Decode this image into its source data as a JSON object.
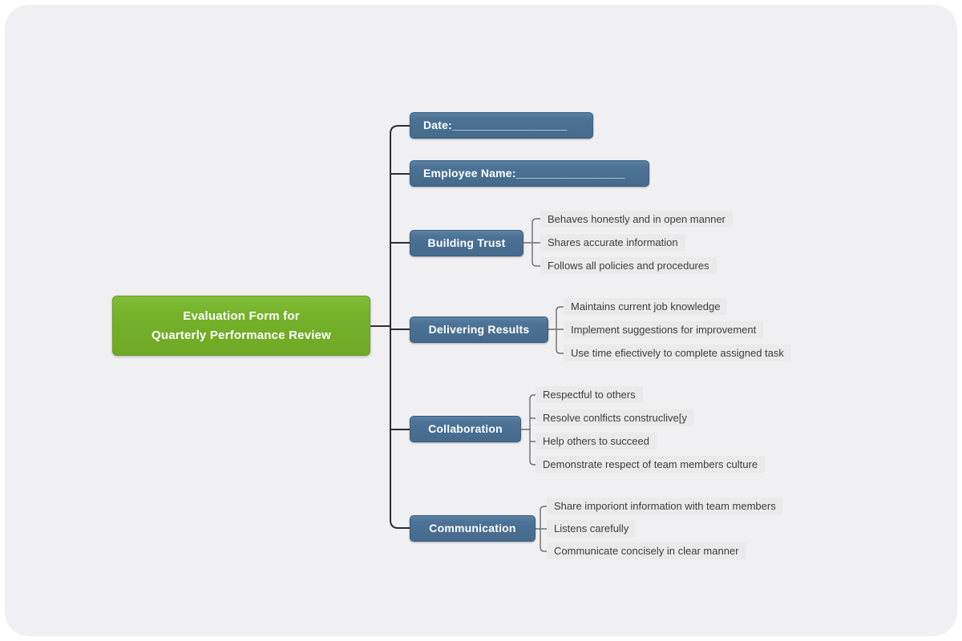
{
  "root": {
    "label_lines": [
      "Evaluation Form for",
      "Quarterly Performance Review"
    ]
  },
  "branches": [
    {
      "label": "Date:__________________",
      "children": []
    },
    {
      "label": "Employee Name:_________________",
      "children": []
    },
    {
      "label": "Building Trust",
      "children": [
        "Behaves honestly and in open manner",
        "Shares accurate information",
        "Follows all policies and procedures"
      ]
    },
    {
      "label": "Delivering Results",
      "children": [
        "Maintains current job knowledge",
        "Implement suggestions for improvement",
        "Use time efiectively to complete assigned task"
      ]
    },
    {
      "label": "Collaboration",
      "children": [
        "Respectful to others",
        "Resolve conlficts construclive[y",
        "Help others to succeed",
        "Demonstrate respect of team members culture"
      ]
    },
    {
      "label": "Communication",
      "children": [
        "Share imporiont information with team members",
        "Listens carefully",
        "Communicate concisely in clear manner"
      ]
    }
  ],
  "colors": {
    "canvas_bg": "#F0F0F2",
    "root_bg": "#76B22A",
    "root_border": "#669D22",
    "branch_bg": "#4C7296",
    "branch_border": "#3B5C7D",
    "leaf_bg": "#EAEAEA",
    "leaf_text": "#3C3C3C",
    "trunk_line": "#2E2E2E",
    "bracket_line": "#6E6E6E"
  }
}
